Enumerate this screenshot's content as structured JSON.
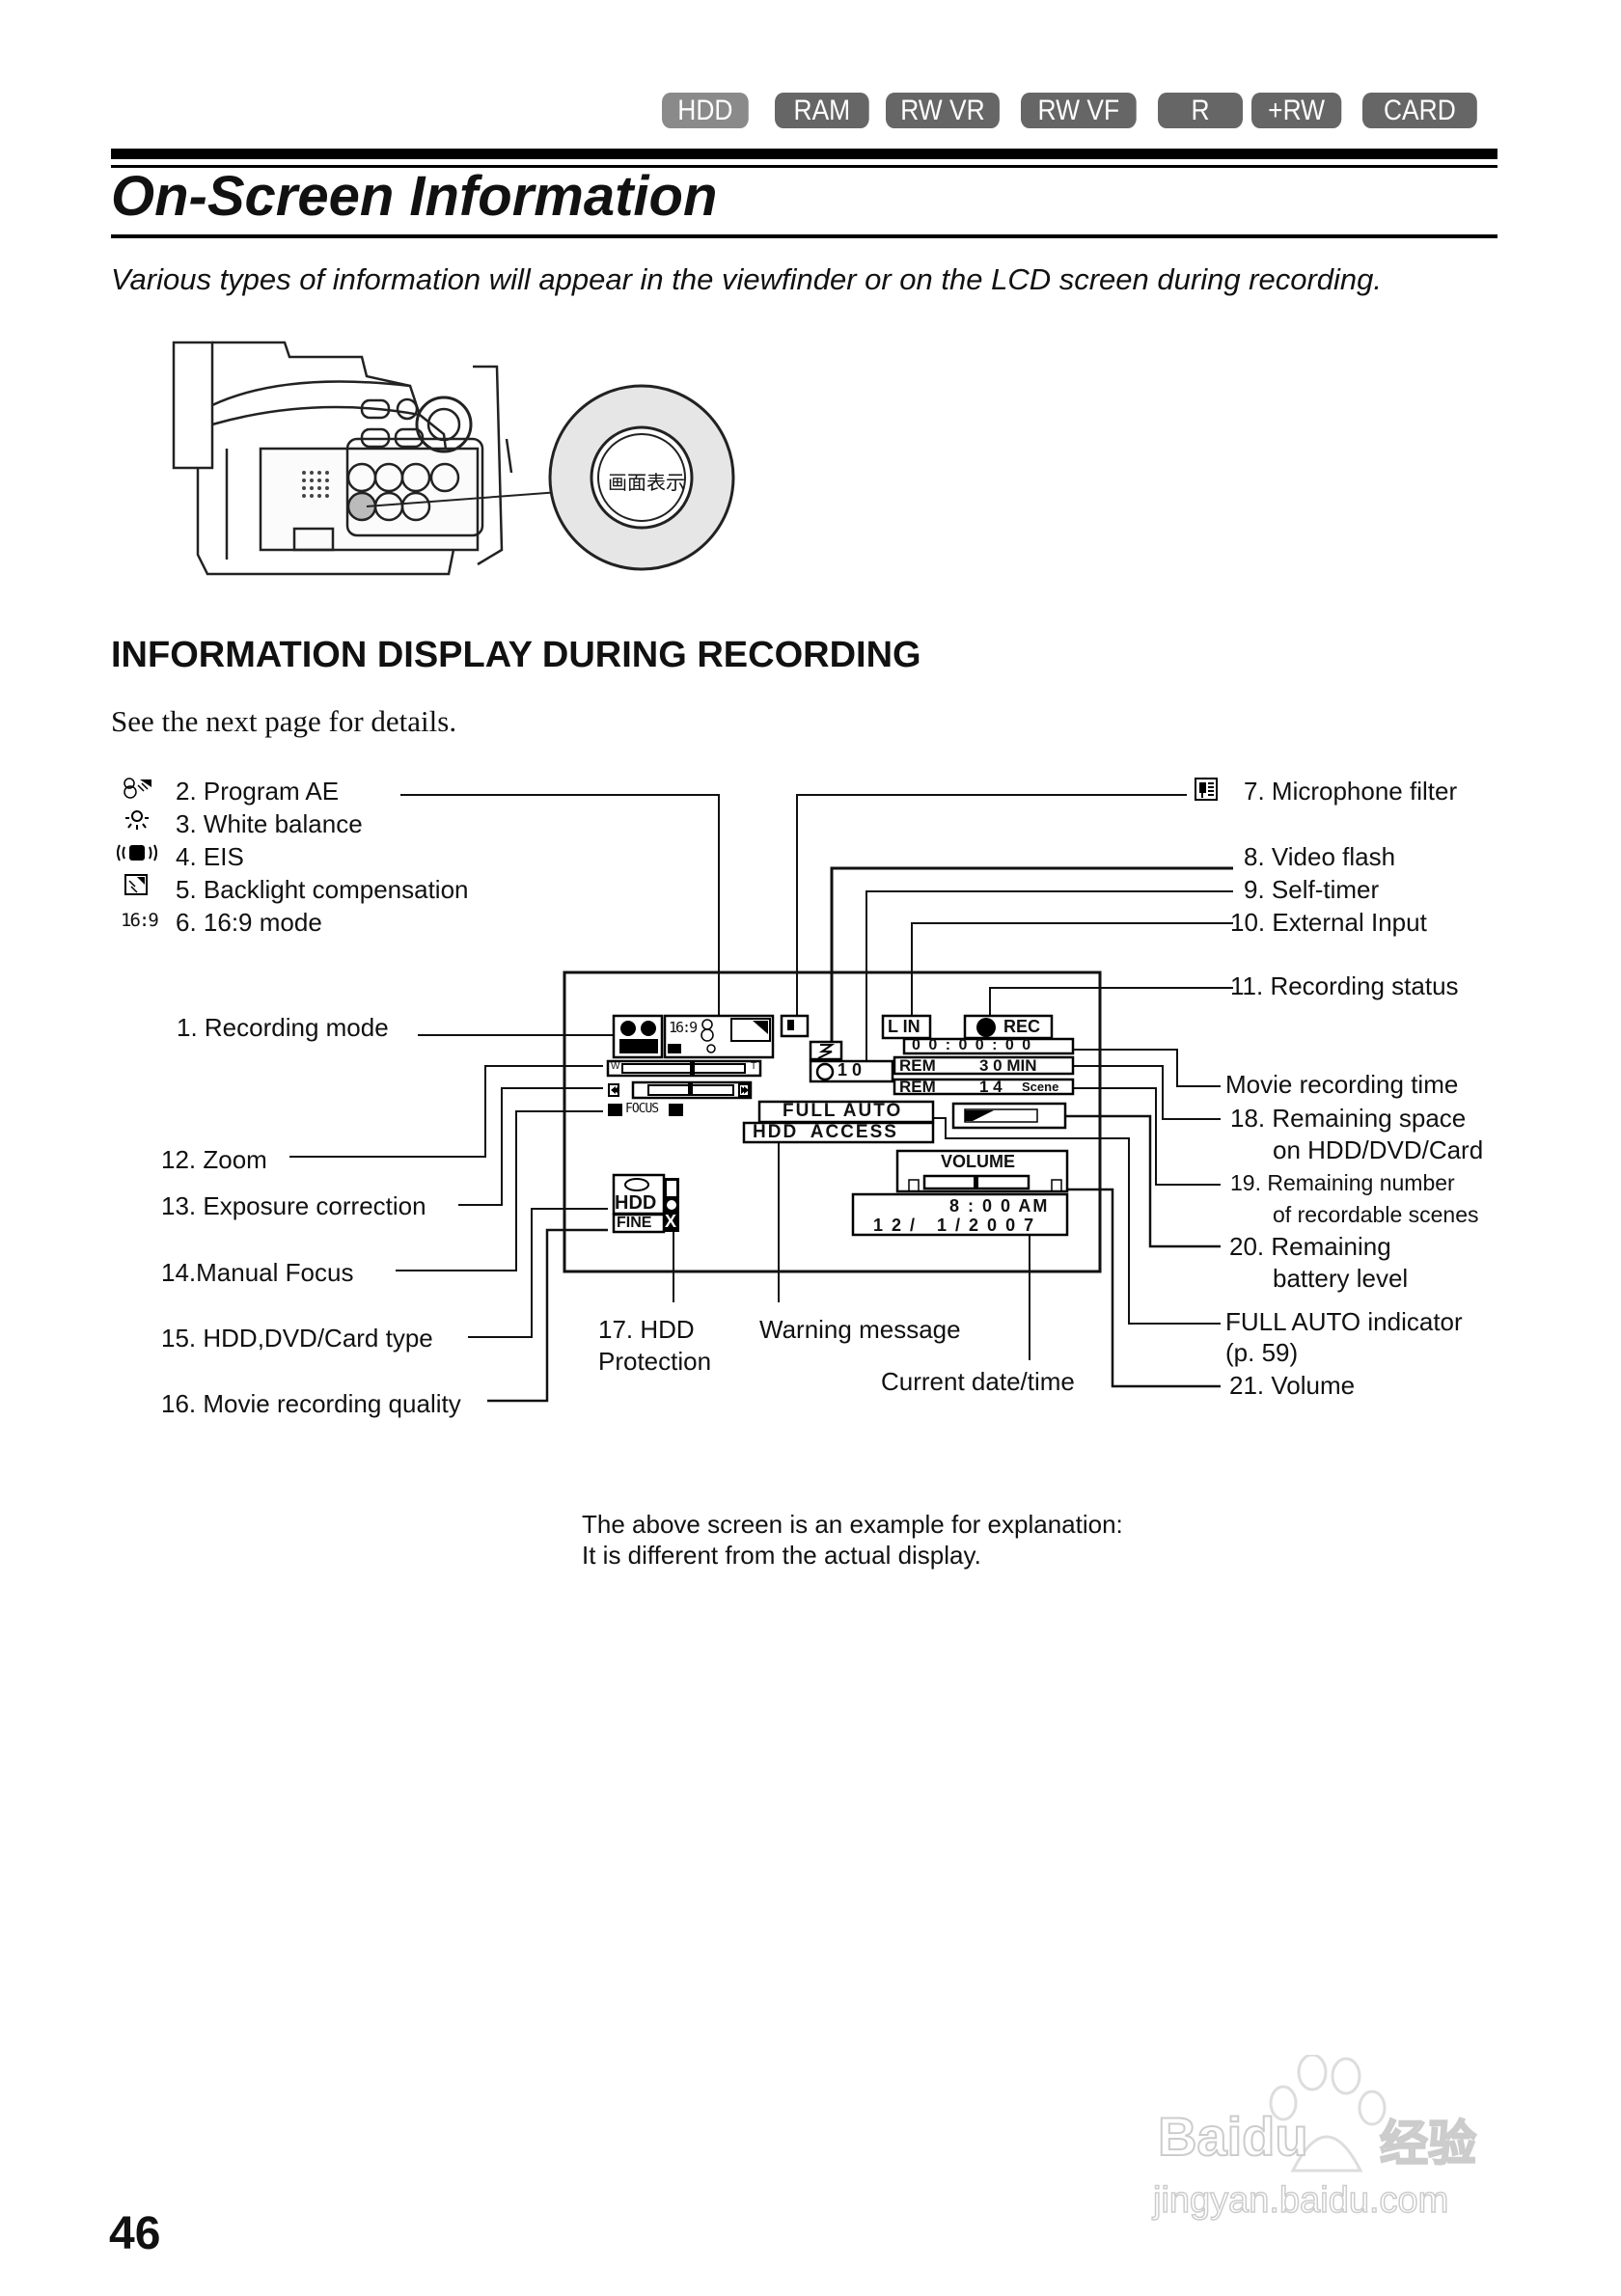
{
  "tabs": [
    {
      "label": "HDD",
      "active": true
    },
    {
      "label": "RAM",
      "active": false
    },
    {
      "label": "RW VR",
      "active": false
    },
    {
      "label": "RW VF",
      "active": false
    },
    {
      "label": "R",
      "active": false
    },
    {
      "label": "+RW",
      "active": false
    },
    {
      "label": "CARD",
      "active": false
    }
  ],
  "page": {
    "title": "On-Screen Information",
    "intro": "Various types of information will appear in the viewfinder or on the LCD screen during recording.",
    "camera_button_label": "画面表示",
    "section_heading": "INFORMATION DISPLAY DURING RECORDING",
    "see_next": "See the next page for details.",
    "note_line1": "The above screen is an example for explanation:",
    "note_line2": "It is different from the actual display.",
    "page_number": "46"
  },
  "legend_icons": [
    {
      "icon": "program-ae-icon",
      "label": "2. Program AE"
    },
    {
      "icon": "white-balance-icon",
      "label": "3. White balance"
    },
    {
      "icon": "eis-icon",
      "label": "4. EIS"
    },
    {
      "icon": "backlight-icon",
      "label": "5. Backlight compensation"
    },
    {
      "icon": "aspect-16-9-icon",
      "glyph": "16:9",
      "label": "6. 16:9 mode"
    }
  ],
  "left_labels": {
    "recording_mode": "1. Recording mode",
    "zoom": "12. Zoom",
    "exposure": "13. Exposure correction",
    "focus": "14.Manual Focus",
    "media_type": "15. HDD,DVD/Card type",
    "quality": "16. Movie recording quality"
  },
  "right_labels": {
    "mic_filter": "7. Microphone filter",
    "video_flash": "8. Video flash",
    "self_timer": "9. Self-timer",
    "external_input": "10. External Input",
    "rec_status": "11. Recording status",
    "movie_time": "Movie recording time",
    "rem_space_1": "18. Remaining space",
    "rem_space_2": "on HDD/DVD/Card",
    "rem_scenes_1": "19. Remaining number",
    "rem_scenes_2": "of recordable scenes",
    "battery_1": "20. Remaining",
    "battery_2": "battery level",
    "full_auto_1": "FULL AUTO indicator",
    "full_auto_2": "(p. 59)",
    "volume": "21. Volume"
  },
  "bottom_labels": {
    "hdd_protect_1": "17. HDD",
    "hdd_protect_2": "Protection",
    "warning": "Warning message",
    "datetime": "Current date/time"
  },
  "screen": {
    "aspect": "16:9",
    "line_in": "L IN",
    "rec": "REC",
    "timecode": "0 0 : 0 0 : 0 0",
    "self_timer_value": "1 0",
    "rem_label": "REM",
    "rem_time": "3 0 MIN",
    "rem_scenes": "1 4",
    "scene_word": "Scene",
    "full_auto": "FULL AUTO",
    "hdd_access": "HDD ACCESS",
    "volume_title": "VOLUME",
    "zoom_w": "W",
    "zoom_t": "T",
    "focus_word": "FOCUS",
    "media": "HDD",
    "quality": "FINE",
    "time": "8 : 0 0 AM",
    "date": "1 2 /   1 / 2 0 0 7",
    "battery_level": 0.4
  },
  "watermark": {
    "brand": "Baidu",
    "brand_cn": "经验",
    "url": "jingyan.baidu.com"
  }
}
